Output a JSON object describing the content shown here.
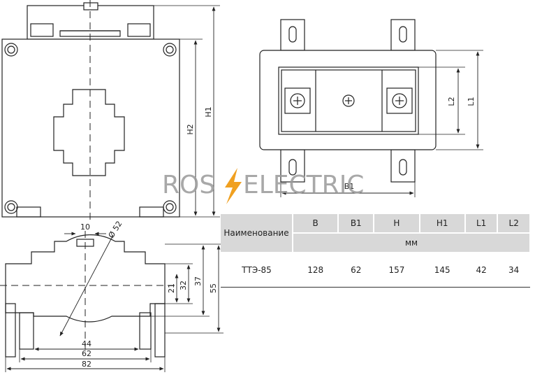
{
  "watermark": {
    "left": "ROS",
    "right": "ELECTRIC",
    "bolt_color": "#f0a020"
  },
  "front_view": {
    "dim_h1": "H1",
    "dim_h2": "H2"
  },
  "side_view": {
    "dim_l1": "L1",
    "dim_l2": "L2",
    "dim_b1": "B1"
  },
  "bottom_view": {
    "dim_10": "10",
    "dim_d52": "Ø 52",
    "dim_21": "21",
    "dim_32": "32",
    "dim_37": "37",
    "dim_55": "55",
    "dim_44": "44",
    "dim_62": "62",
    "dim_82": "82"
  },
  "table": {
    "header_name": "Наименование",
    "columns": [
      "B",
      "B1",
      "H",
      "H1",
      "L1",
      "L2"
    ],
    "unit": "мм",
    "rows": [
      {
        "name": "ТТЭ-85",
        "values": [
          "128",
          "62",
          "157",
          "145",
          "42",
          "34"
        ]
      }
    ]
  }
}
